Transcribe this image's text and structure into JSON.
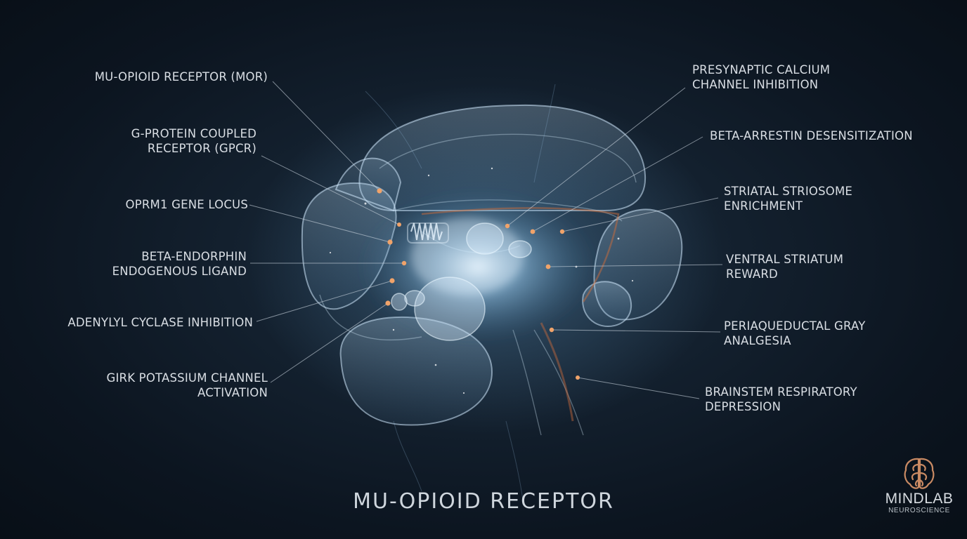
{
  "title": "MU-OPIOID RECEPTOR",
  "labels_left": [
    {
      "lines": [
        "MU-OPIOID RECEPTOR (MOR)"
      ]
    },
    {
      "lines": [
        "G-PROTEIN COUPLED",
        "RECEPTOR (GPCR)"
      ]
    },
    {
      "lines": [
        "OPRM1 GENE LOCUS"
      ]
    },
    {
      "lines": [
        "BETA-ENDORPHIN",
        "ENDOGENOUS LIGAND"
      ]
    },
    {
      "lines": [
        "ADENYLYL CYCLASE INHIBITION"
      ]
    },
    {
      "lines": [
        "GIRK POTASSIUM CHANNEL",
        "ACTIVATION"
      ]
    }
  ],
  "labels_right": [
    {
      "lines": [
        "PRESYNAPTIC CALCIUM",
        "CHANNEL INHIBITION"
      ]
    },
    {
      "lines": [
        "BETA-ARRESTIN DESENSITIZATION"
      ]
    },
    {
      "lines": [
        "STRIATAL STRIOSOME",
        "ENRICHMENT"
      ]
    },
    {
      "lines": [
        "VENTRAL STRIATUM",
        "REWARD"
      ]
    },
    {
      "lines": [
        "PERIAQUEDUCTAL GRAY",
        "ANALGESIA"
      ]
    },
    {
      "lines": [
        "BRAINSTEM RESPIRATORY",
        "DEPRESSION"
      ]
    }
  ],
  "logo": {
    "name": "MINDLAB",
    "sub": "NEUROSCIENCE"
  },
  "colors": {
    "background": "#0c1520",
    "glow": "#bfe4ff",
    "accent": "#e0935a",
    "text": "#d9dee4"
  }
}
